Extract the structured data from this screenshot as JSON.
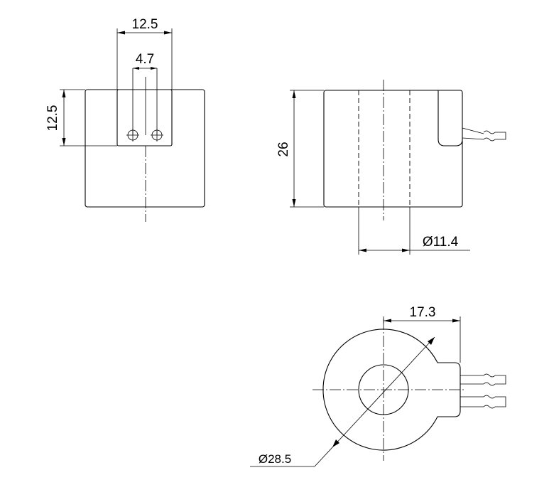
{
  "dimensions": {
    "front_width": "12.5",
    "pin_spacing": "4.7",
    "front_height": "12.5",
    "side_height": "26",
    "bore_diameter": "Ø11.4",
    "top_offset": "17.3",
    "outer_diameter": "Ø28.5"
  },
  "colors": {
    "line": "#000000",
    "background": "#ffffff"
  }
}
